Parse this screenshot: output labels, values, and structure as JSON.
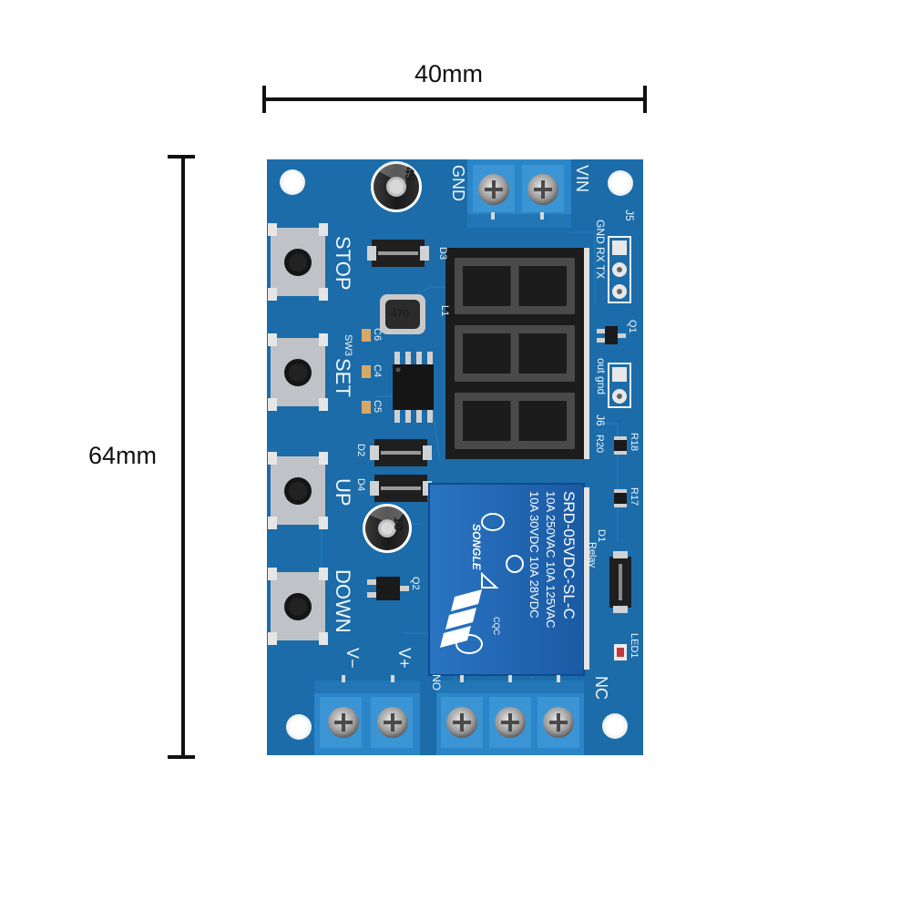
{
  "dimensions": {
    "width_label": "40mm",
    "height_label": "64mm"
  },
  "buttons": {
    "stop": "STOP",
    "set": "SET",
    "up": "UP",
    "down": "DOWN",
    "set_ref": "SW3"
  },
  "terminals": {
    "gnd": "GND",
    "vin": "VIN",
    "v_minus": "V−",
    "v_plus": "V+",
    "no": "NO",
    "nc": "NC"
  },
  "header_j5": {
    "ref": "J5",
    "pins": "GND RX TX"
  },
  "header_j6": {
    "ref": "J6",
    "pins": "out gnd"
  },
  "components": {
    "d3": "D3",
    "l1": "L1",
    "c6": "C6",
    "c4": "C4",
    "c5": "C5",
    "d2": "D2",
    "d4": "D4",
    "q2": "Q2",
    "q1": "Q1",
    "r18": "R18",
    "r20": "R20",
    "r17": "R17",
    "d1": "D1",
    "led1": "LED1",
    "relay_ref": "Relay",
    "inductor_value": "470",
    "cap_top_mark": "45",
    "cap_bottom_mark": "10"
  },
  "relay": {
    "brand": "SONGLE",
    "model": "SRD-05VDC-SL-C",
    "rating_1": "10A 250VAC  10A 125VAC",
    "rating_2": "10A 30VDC  10A 28VDC",
    "cert": "CQC"
  },
  "display": {
    "digits": [
      "8",
      "8",
      "8"
    ]
  },
  "colors": {
    "pcb": "#1b6ca9",
    "terminal_blue": "#2a86c8",
    "relay_blue": "#1e63b0",
    "silkscreen": "#f2f6fa",
    "display_body": "#1c1c1c",
    "segment_off": "#4a4a4a"
  }
}
